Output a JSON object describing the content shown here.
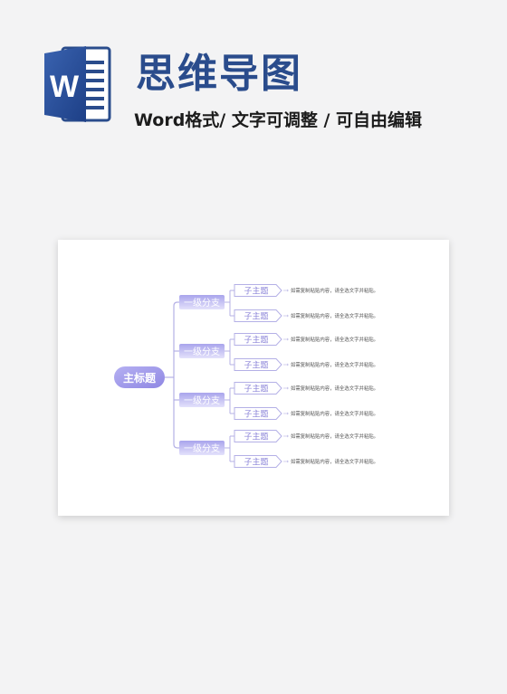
{
  "header": {
    "logo_letter": "W",
    "title": "思维导图",
    "subtitle": "Word格式/ 文字可调整 / 可自由编辑"
  },
  "colors": {
    "brand_blue": "#2a4c8c",
    "branch_purple": "#a9a4ec",
    "branch_light": "#e4e2fb",
    "sub_text": "#8b84d8",
    "line": "#b4b0e6"
  },
  "mindmap": {
    "root": "主标题",
    "branches": [
      {
        "label": "一级分支",
        "subtopics": [
          {
            "label": "子主题",
            "note": "如需复制粘贴内容，请全选文字并粘贴。"
          },
          {
            "label": "子主题",
            "note": "如需复制粘贴内容，请全选文字并粘贴。"
          }
        ]
      },
      {
        "label": "一级分支",
        "subtopics": [
          {
            "label": "子主题",
            "note": "如需复制粘贴内容，请全选文字并粘贴。"
          },
          {
            "label": "子主题",
            "note": "如需复制粘贴内容，请全选文字并粘贴。"
          }
        ]
      },
      {
        "label": "一级分支",
        "subtopics": [
          {
            "label": "子主题",
            "note": "如需复制粘贴内容，请全选文字并粘贴。"
          },
          {
            "label": "子主题",
            "note": "如需复制粘贴内容，请全选文字并粘贴。"
          }
        ]
      },
      {
        "label": "一级分支",
        "subtopics": [
          {
            "label": "子主题",
            "note": "如需复制粘贴内容，请全选文字并粘贴。"
          },
          {
            "label": "子主题",
            "note": "如需复制粘贴内容，请全选文字并粘贴。"
          }
        ]
      }
    ]
  }
}
